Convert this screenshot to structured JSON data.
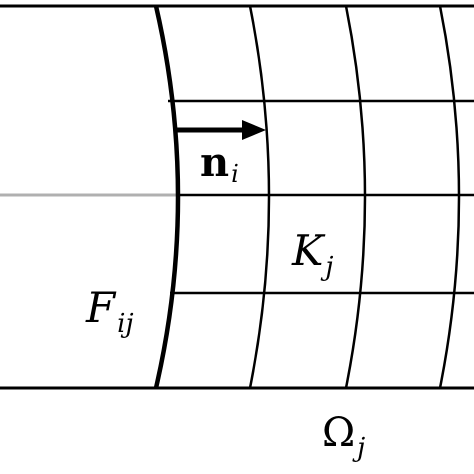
{
  "labels": {
    "normal_vector": {
      "main": "n",
      "sub": "i"
    },
    "cell": {
      "main": "K",
      "sub": "j"
    },
    "face": {
      "main": "F",
      "sub": "ij"
    },
    "domain": {
      "main": "Ω",
      "sub": "j"
    }
  },
  "colors": {
    "ink": "#000000",
    "centerline": "#b0b0b0",
    "background": "#ffffff"
  }
}
